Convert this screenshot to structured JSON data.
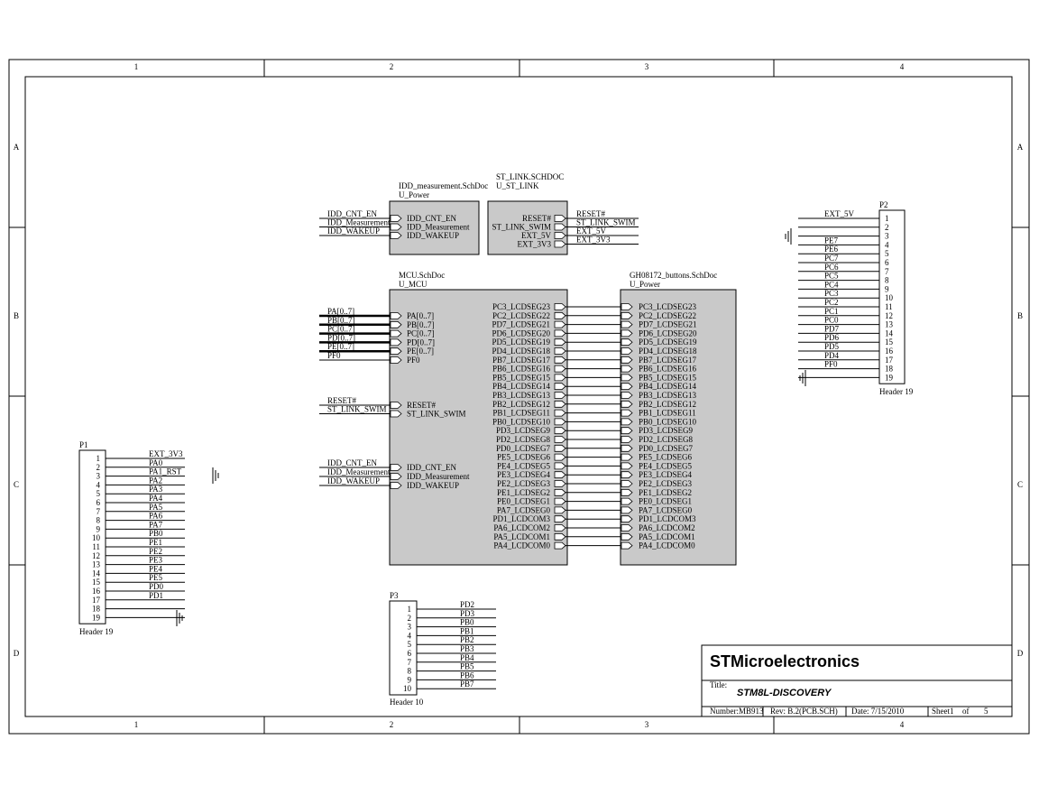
{
  "frame": {
    "columns": [
      "1",
      "2",
      "3",
      "4"
    ],
    "rows": [
      "A",
      "B",
      "C",
      "D"
    ]
  },
  "title_block": {
    "company": "STMicroelectronics",
    "title_label": "Title:",
    "title": "STM8L-DISCOVERY",
    "number": "Number:MB913",
    "rev": "Rev:  B.2(PCB.SCH)",
    "date": "Date: 7/15/2010",
    "sheet": "Sheet1",
    "of": "of",
    "total": "5"
  },
  "sheets": {
    "idd": {
      "file": "IDD_measurement.SchDoc",
      "designator": "U_Power",
      "ports": [
        "IDD_CNT_EN",
        "IDD_Measurement",
        "IDD_WAKEUP"
      ],
      "nets": [
        "IDD_CNT_EN",
        "IDD_Measurement",
        "IDD_WAKEUP"
      ]
    },
    "stlink": {
      "file": "ST_LINK.SCHDOC",
      "designator": "U_ST_LINK",
      "ports": [
        "RESET#",
        "ST_LINK_SWIM",
        "EXT_5V",
        "EXT_3V3"
      ],
      "nets": [
        "RESET#",
        "ST_LINK_SWIM",
        "EXT_5V",
        "EXT_3V3"
      ]
    },
    "mcu": {
      "file": "MCU.SchDoc",
      "designator": "U_MCU",
      "bus_ports": [
        "PA[0..7]",
        "PB[0..7]",
        "PC[0..7]",
        "PD[0..7]",
        "PE[0..7]",
        "PF0"
      ],
      "bus_nets": [
        "PA[0..7]",
        "PB[0..7]",
        "PC[0..7]",
        "PD[0..7]",
        "PE[0..7]",
        "PF0"
      ],
      "swim_ports": [
        "RESET#",
        "ST_LINK_SWIM"
      ],
      "swim_nets": [
        "RESET#",
        "ST_LINK_SWIM"
      ],
      "idd_ports": [
        "IDD_CNT_EN",
        "IDD_Measurement",
        "IDD_WAKEUP"
      ],
      "idd_nets": [
        "IDD_CNT_EN",
        "IDD_Measurement",
        "IDD_WAKEUP"
      ]
    },
    "lcd": {
      "file": "GH08172_buttons.SchDoc",
      "designator": "U_Power"
    },
    "lcd_ports": [
      "PC3_LCDSEG23",
      "PC2_LCDSEG22",
      "PD7_LCDSEG21",
      "PD6_LCDSEG20",
      "PD5_LCDSEG19",
      "PD4_LCDSEG18",
      "PB7_LCDSEG17",
      "PB6_LCDSEG16",
      "PB5_LCDSEG15",
      "PB4_LCDSEG14",
      "PB3_LCDSEG13",
      "PB2_LCDSEG12",
      "PB1_LCDSEG11",
      "PB0_LCDSEG10",
      "PD3_LCDSEG9",
      "PD2_LCDSEG8",
      "PD0_LCDSEG7",
      "PE5_LCDSEG6",
      "PE4_LCDSEG5",
      "PE3_LCDSEG4",
      "PE2_LCDSEG3",
      "PE1_LCDSEG2",
      "PE0_LCDSEG1",
      "PA7_LCDSEG0",
      "PD1_LCDCOM3",
      "PA6_LCDCOM2",
      "PA5_LCDCOM1",
      "PA4_LCDCOM0"
    ]
  },
  "headers": {
    "p1": {
      "ref": "P1",
      "name": "Header 19",
      "pins": [
        "1",
        "2",
        "3",
        "4",
        "5",
        "6",
        "7",
        "8",
        "9",
        "10",
        "11",
        "12",
        "13",
        "14",
        "15",
        "16",
        "17",
        "18",
        "19"
      ],
      "nets": [
        "EXT_3V3",
        "PA0",
        "PA1_RST",
        "PA2",
        "PA3",
        "PA4",
        "PA5",
        "PA6",
        "PA7",
        "PB0",
        "PE1",
        "PE2",
        "PE3",
        "PE4",
        "PE5",
        "PD0",
        "PD1",
        "",
        ""
      ]
    },
    "p2": {
      "ref": "P2",
      "name": "Header 19",
      "pins": [
        "1",
        "2",
        "3",
        "4",
        "5",
        "6",
        "7",
        "8",
        "9",
        "10",
        "11",
        "12",
        "13",
        "14",
        "15",
        "16",
        "17",
        "18",
        "19"
      ],
      "nets": [
        "EXT_5V",
        "",
        "",
        "PE7",
        "PE6",
        "PC7",
        "PC6",
        "PC5",
        "PC4",
        "PC3",
        "PC2",
        "PC1",
        "PC0",
        "PD7",
        "PD6",
        "PD5",
        "PD4",
        "PF0",
        ""
      ]
    },
    "p3": {
      "ref": "P3",
      "name": "Header 10",
      "pins": [
        "1",
        "2",
        "3",
        "4",
        "5",
        "6",
        "7",
        "8",
        "9",
        "10"
      ],
      "nets": [
        "PD2",
        "PD3",
        "PB0",
        "PB1",
        "PB2",
        "PB3",
        "PB4",
        "PB5",
        "PB6",
        "PB7"
      ]
    }
  },
  "colors": {
    "sheet_fill": "#c9c9c9",
    "line": "#000000",
    "port_fill": "#ffffff"
  }
}
